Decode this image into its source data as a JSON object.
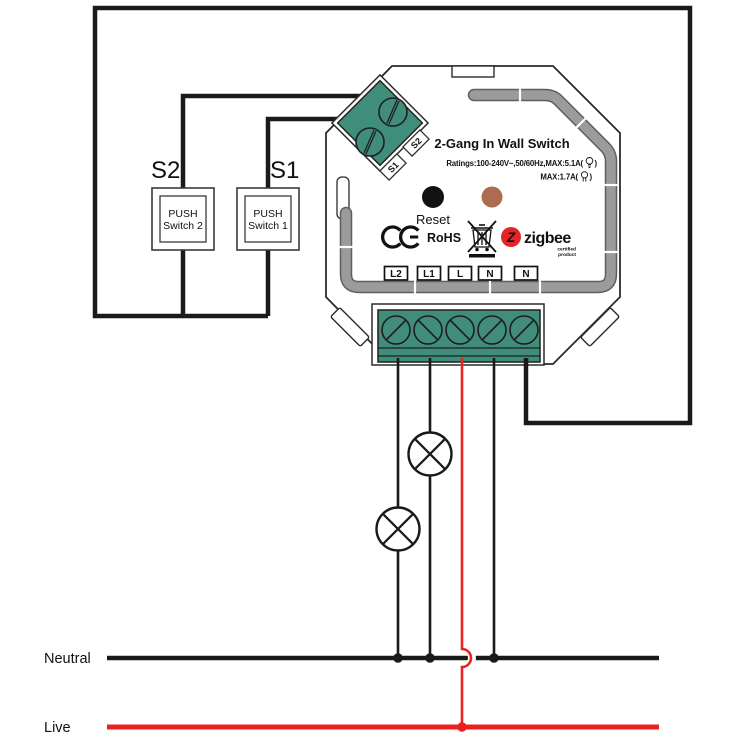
{
  "device": {
    "title": "2-Gang In Wall Switch",
    "ratings": {
      "line1": "Ratings:100-240V~,50/60Hz,MAX:5.1A(",
      "line1_close": ")",
      "line2": "MAX:1.7A(",
      "line2_close": ")"
    },
    "reset_label": "Reset",
    "certifications": {
      "ce": "CE",
      "rohs": "RoHS",
      "zigbee": "zigbee",
      "zigbee_z": "Z",
      "zigbee_sub1": "certified",
      "zigbee_sub2": "product"
    },
    "terminal_labels": [
      "L2",
      "L1",
      "L",
      "N",
      "N"
    ],
    "s_terminal_labels": [
      "S1",
      "S2"
    ]
  },
  "switches": {
    "s2": {
      "tag": "S2",
      "line1": "PUSH",
      "line2": "Switch 2"
    },
    "s1": {
      "tag": "S1",
      "line1": "PUSH",
      "line2": "Switch 1"
    }
  },
  "bus": {
    "neutral": "Neutral",
    "live": "Live"
  },
  "colors": {
    "wire_black": "#1a1a1a",
    "wire_red": "#e8231f",
    "terminal_green": "#3f8d7a",
    "trace_gray": "#9b9b9b",
    "button_black": "#111111",
    "button_brown": "#ad6b52",
    "zigbee_red": "#e12726"
  }
}
